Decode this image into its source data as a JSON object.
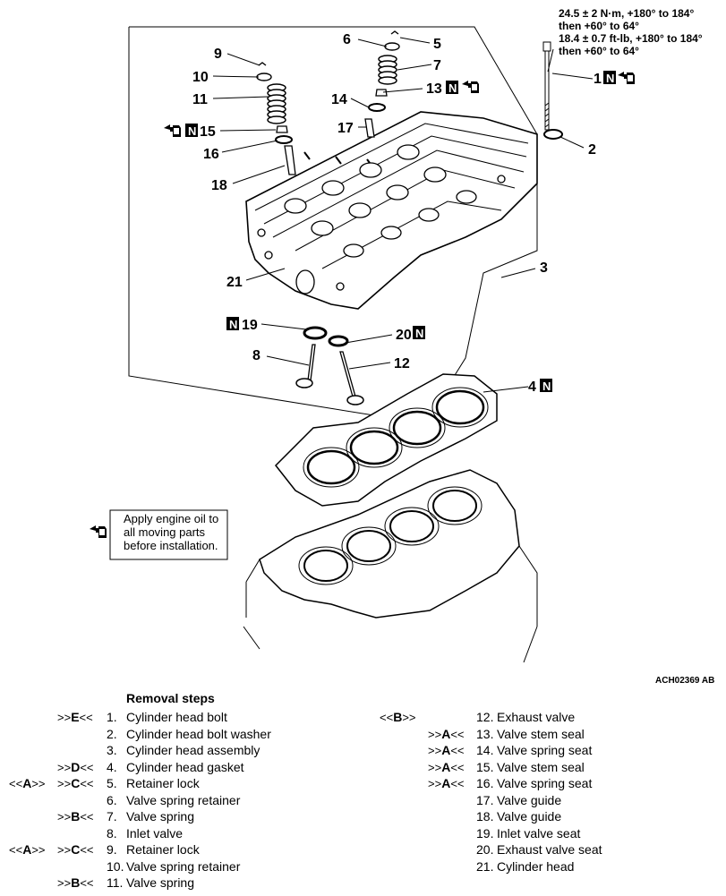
{
  "torque_spec": {
    "line1": "24.5 ± 2 N·m, +180° to 184°",
    "line2": "then +60° to 64°",
    "line3": "18.4 ± 0.7 ft-lb, +180° to 184°",
    "line4": "then +60° to 64°"
  },
  "callouts": {
    "c1": "1",
    "c2": "2",
    "c3": "3",
    "c4": "4",
    "c5": "5",
    "c6": "6",
    "c7": "7",
    "c8": "8",
    "c9": "9",
    "c10": "10",
    "c11": "11",
    "c12": "12",
    "c13": "13",
    "c14": "14",
    "c15": "15",
    "c16": "16",
    "c17": "17",
    "c18": "18",
    "c19": "19",
    "c20": "20",
    "c21": "21"
  },
  "n_mark": "N",
  "oil_note": {
    "line1": "Apply engine oil to",
    "line2": "all moving parts",
    "line3": "before installation."
  },
  "figure_id": "ACH02369 AB",
  "removal": {
    "title": "Removal steps",
    "left": [
      {
        "pre": "",
        "op": "E",
        "num": "1.",
        "text": "Cylinder head bolt"
      },
      {
        "pre": "",
        "op": "",
        "num": "2.",
        "text": "Cylinder head bolt washer"
      },
      {
        "pre": "",
        "op": "",
        "num": "3.",
        "text": "Cylinder head assembly"
      },
      {
        "pre": "",
        "op": "D",
        "num": "4.",
        "text": "Cylinder head gasket"
      },
      {
        "pre": "A",
        "op": "C",
        "num": "5.",
        "text": "Retainer lock"
      },
      {
        "pre": "",
        "op": "",
        "num": "6.",
        "text": "Valve spring retainer"
      },
      {
        "pre": "",
        "op": "B",
        "num": "7.",
        "text": "Valve spring"
      },
      {
        "pre": "",
        "op": "",
        "num": "8.",
        "text": "Inlet valve"
      },
      {
        "pre": "A",
        "op": "C",
        "num": "9.",
        "text": "Retainer lock"
      },
      {
        "pre": "",
        "op": "",
        "num": "10.",
        "text": "Valve spring retainer"
      },
      {
        "pre": "",
        "op": "B",
        "num": "11.",
        "text": "Valve spring"
      }
    ],
    "right": [
      {
        "pre": "B",
        "op": "",
        "num": "12.",
        "text": "Exhaust valve"
      },
      {
        "pre": "",
        "op": "A",
        "num": "13.",
        "text": "Valve stem seal"
      },
      {
        "pre": "",
        "op": "A",
        "num": "14.",
        "text": "Valve spring seat"
      },
      {
        "pre": "",
        "op": "A",
        "num": "15.",
        "text": "Valve stem seal"
      },
      {
        "pre": "",
        "op": "A",
        "num": "16.",
        "text": "Valve spring seat"
      },
      {
        "pre": "",
        "op": "",
        "num": "17.",
        "text": "Valve guide"
      },
      {
        "pre": "",
        "op": "",
        "num": "18.",
        "text": "Valve guide"
      },
      {
        "pre": "",
        "op": "",
        "num": "19.",
        "text": "Inlet valve seat"
      },
      {
        "pre": "",
        "op": "",
        "num": "20.",
        "text": "Exhaust valve seat"
      },
      {
        "pre": "",
        "op": "",
        "num": "21.",
        "text": "Cylinder head"
      }
    ]
  },
  "icons": {
    "oil_can": "oil-can-icon",
    "new_part": "new-part-n-icon"
  }
}
